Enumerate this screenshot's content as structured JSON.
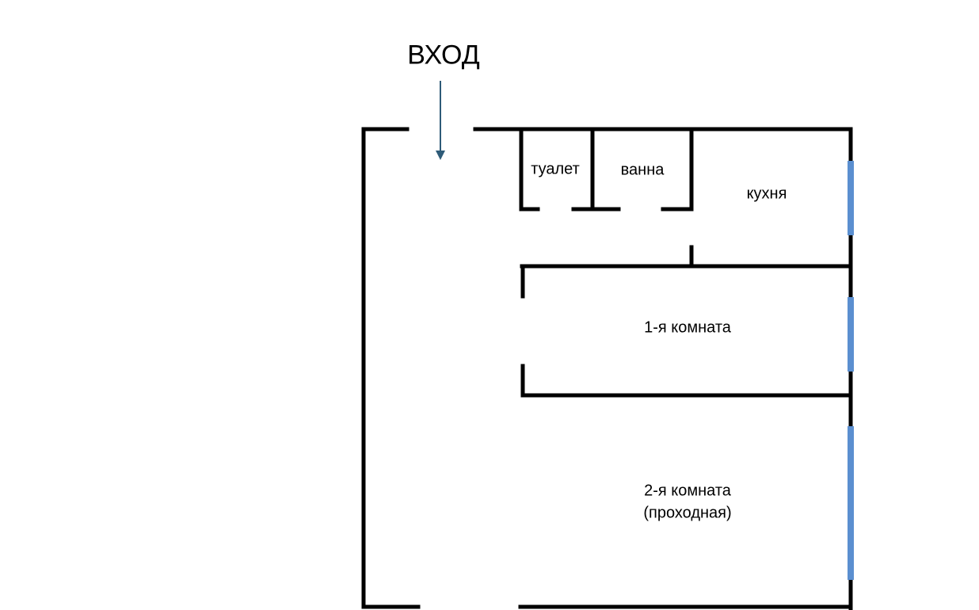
{
  "entrance": {
    "label": "ВХОД"
  },
  "rooms": {
    "toilet": "туалет",
    "bath": "ванна",
    "kitchen": "кухня",
    "room1": "1-я комната",
    "room2_line1": "2-я комната",
    "room2_line2": "(проходная)"
  },
  "colors": {
    "wall": "#000000",
    "window": "#5b8fd0",
    "arrow": "#2e5b78"
  }
}
